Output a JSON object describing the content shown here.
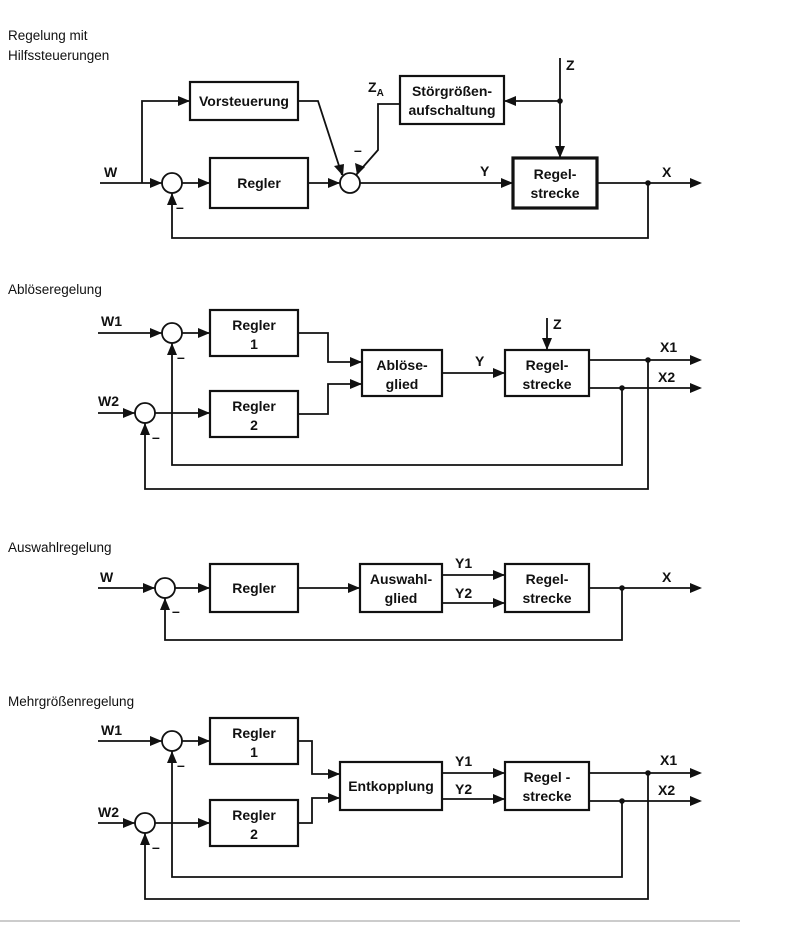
{
  "diagram1": {
    "title_line1": "Regelung mit",
    "title_line2": "Hilfssteuerungen",
    "vorsteuerung": "Vorsteuerung",
    "regler": "Regler",
    "stoer_line1": "Störgrößen-",
    "stoer_line2": "aufschaltung",
    "strecke_line1": "Regel-",
    "strecke_line2": "strecke",
    "w": "W",
    "y": "Y",
    "x": "X",
    "z": "Z",
    "za": "Z",
    "za_sub": "A",
    "minus1": "–",
    "minus2": "–"
  },
  "diagram2": {
    "title": "Ablöseregelung",
    "regler1_line1": "Regler",
    "regler1_line2": "1",
    "regler2_line1": "Regler",
    "regler2_line2": "2",
    "abloese_line1": "Ablöse-",
    "abloese_line2": "glied",
    "strecke_line1": "Regel-",
    "strecke_line2": "strecke",
    "w1": "W1",
    "w2": "W2",
    "y": "Y",
    "z": "Z",
    "x1": "X1",
    "x2": "X2",
    "minus1": "–",
    "minus2": "–"
  },
  "diagram3": {
    "title": "Auswahlregelung",
    "regler": "Regler",
    "auswahl_line1": "Auswahl-",
    "auswahl_line2": "glied",
    "strecke_line1": "Regel-",
    "strecke_line2": "strecke",
    "w": "W",
    "y1": "Y1",
    "y2": "Y2",
    "x": "X",
    "minus1": "–"
  },
  "diagram4": {
    "title": "Mehrgrößenregelung",
    "regler1_line1": "Regler",
    "regler1_line2": "1",
    "regler2_line1": "Regler",
    "regler2_line2": "2",
    "entkopplung": "Entkopplung",
    "strecke_line1": "Regel -",
    "strecke_line2": "strecke",
    "w1": "W1",
    "w2": "W2",
    "y1": "Y1",
    "y2": "Y2",
    "x1": "X1",
    "x2": "X2",
    "minus1": "–",
    "minus2": "–"
  }
}
